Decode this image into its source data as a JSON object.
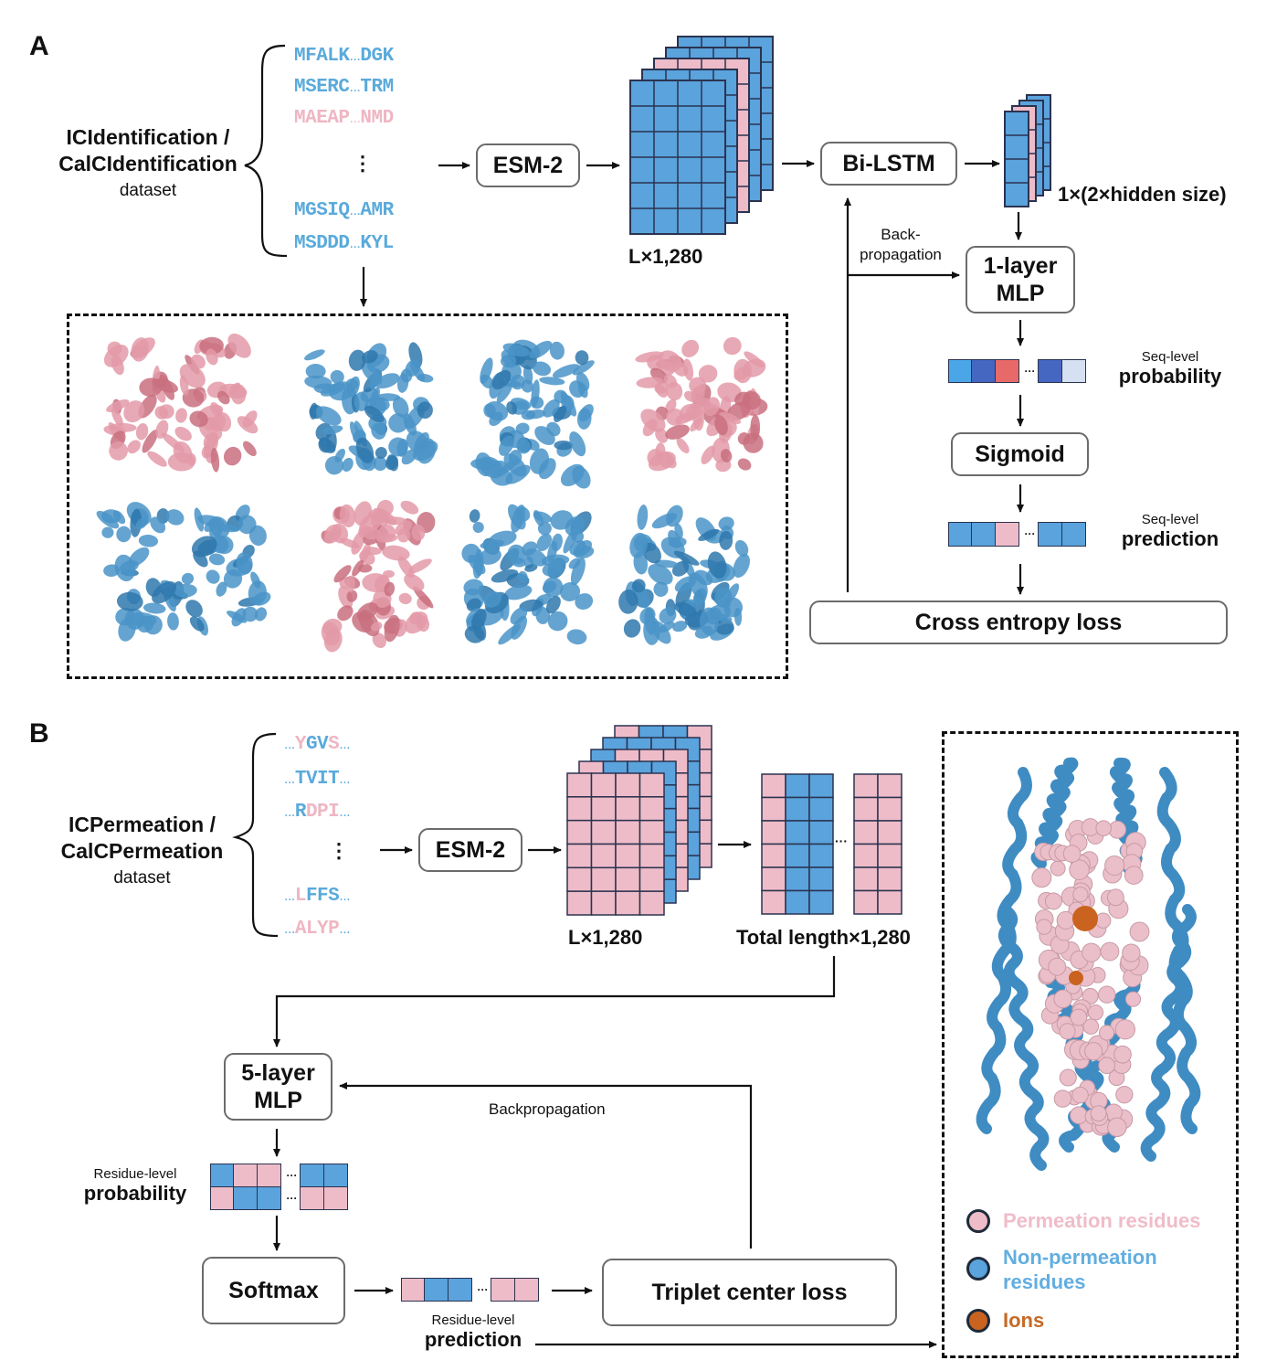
{
  "colors": {
    "blue": "#5aa3dc",
    "pink": "#eebcc8",
    "seq_blue": "#5aaadb",
    "seq_pink": "#eeb6c3",
    "ion_orange": "#c9631f",
    "prob_lightblue": "#4aa6e6",
    "prob_darkblue": "#4566c1",
    "prob_red": "#e86a68",
    "prob_paleblue": "#d6e0f3",
    "cell_border": "#2b3350"
  },
  "panel_a": {
    "label": "A",
    "dataset": {
      "line1": "ICIdentification /",
      "line2": "CalCIdentification",
      "line3": "dataset"
    },
    "sequences": [
      {
        "parts": [
          {
            "t": "MFALK",
            "c": "b"
          },
          {
            "t": "...",
            "c": "b",
            "dots": true
          },
          {
            "t": "DGK",
            "c": "b"
          }
        ]
      },
      {
        "parts": [
          {
            "t": "MSERC",
            "c": "b"
          },
          {
            "t": "...",
            "c": "b",
            "dots": true
          },
          {
            "t": "TRM",
            "c": "b"
          }
        ]
      },
      {
        "parts": [
          {
            "t": "MAEAP",
            "c": "p"
          },
          {
            "t": "...",
            "c": "p",
            "dots": true
          },
          {
            "t": "NMD",
            "c": "p"
          }
        ]
      },
      {
        "parts": [
          {
            "t": "MGSIQ",
            "c": "b"
          },
          {
            "t": "...",
            "c": "b",
            "dots": true
          },
          {
            "t": "AMR",
            "c": "b"
          }
        ]
      },
      {
        "parts": [
          {
            "t": "MSDDD",
            "c": "b"
          },
          {
            "t": "...",
            "c": "b",
            "dots": true
          },
          {
            "t": "KYL",
            "c": "b"
          }
        ]
      }
    ],
    "ellipsis": "⋮",
    "esm_label": "ESM-2",
    "embedding_label": "L×1,280",
    "embedding_layers": [
      "blue",
      "blue",
      "pink",
      "blue",
      "blue"
    ],
    "bilstm_label": "Bi-LSTM",
    "hidden_label": "1×(2×hidden size)",
    "hidden_layers": [
      "blue",
      "blue",
      "pink",
      "blue"
    ],
    "backprop_label_1": "Back-",
    "backprop_label_2": "propagation",
    "mlp_label_1": "1-layer",
    "mlp_label_2": "MLP",
    "prob_small": "Seq-level",
    "prob_big": "probability",
    "prob_cells_left": [
      "prob_lightblue",
      "prob_darkblue",
      "prob_red"
    ],
    "prob_cells_right": [
      "prob_darkblue",
      "prob_paleblue"
    ],
    "sigmoid_label": "Sigmoid",
    "pred_small": "Seq-level",
    "pred_big": "prediction",
    "pred_cells_left": [
      "blue",
      "blue",
      "pink"
    ],
    "pred_cells_right": [
      "blue",
      "blue"
    ],
    "hdots": "···",
    "loss_label": "Cross entropy loss",
    "structures": [
      {
        "color": "pink",
        "name": "ion-channel-structure"
      },
      {
        "color": "blue",
        "name": "non-ion-channel-structure"
      },
      {
        "color": "blue",
        "name": "non-ion-channel-structure"
      },
      {
        "color": "pink",
        "name": "ion-channel-structure"
      },
      {
        "color": "blue",
        "name": "non-ion-channel-structure"
      },
      {
        "color": "pink",
        "name": "ion-channel-structure"
      },
      {
        "color": "blue",
        "name": "non-ion-channel-structure"
      },
      {
        "color": "blue",
        "name": "non-ion-channel-structure"
      }
    ]
  },
  "panel_b": {
    "label": "B",
    "dataset": {
      "line1": "ICPermeation /",
      "line2": "CalCPermeation",
      "line3": "dataset"
    },
    "sequences": [
      {
        "parts": [
          {
            "t": "...",
            "c": "b",
            "dots": true
          },
          {
            "t": "Y",
            "c": "p"
          },
          {
            "t": "GV",
            "c": "b"
          },
          {
            "t": "S",
            "c": "p"
          },
          {
            "t": "...",
            "c": "b",
            "dots": true
          }
        ]
      },
      {
        "parts": [
          {
            "t": "...",
            "c": "b",
            "dots": true
          },
          {
            "t": "TVIT",
            "c": "b"
          },
          {
            "t": "...",
            "c": "b",
            "dots": true
          }
        ]
      },
      {
        "parts": [
          {
            "t": "...",
            "c": "b",
            "dots": true
          },
          {
            "t": "R",
            "c": "b"
          },
          {
            "t": "DPI",
            "c": "p"
          },
          {
            "t": "...",
            "c": "b",
            "dots": true
          }
        ]
      },
      {
        "parts": [
          {
            "t": "...",
            "c": "b",
            "dots": true
          },
          {
            "t": "L",
            "c": "p"
          },
          {
            "t": "FFS",
            "c": "b"
          },
          {
            "t": "...",
            "c": "b",
            "dots": true
          }
        ]
      },
      {
        "parts": [
          {
            "t": "...",
            "c": "b",
            "dots": true
          },
          {
            "t": "ALYP",
            "c": "p"
          },
          {
            "t": "...",
            "c": "b",
            "dots": true
          }
        ]
      }
    ],
    "ellipsis": "⋮",
    "esm_label": "ESM-2",
    "embedding_label": "L×1,280",
    "total_label": "Total length×1,280",
    "concat_columns_left": [
      "pink",
      "blue",
      "blue"
    ],
    "concat_columns_right": [
      "pink",
      "pink"
    ],
    "mlp_label_1": "5-layer",
    "mlp_label_2": "MLP",
    "backprop_label": "Backpropagation",
    "prob_small": "Residue-level",
    "prob_big": "probability",
    "prob_row1_left": [
      "blue",
      "pink",
      "pink"
    ],
    "prob_row1_right": [
      "blue",
      "blue"
    ],
    "prob_row2_left": [
      "pink",
      "blue",
      "blue"
    ],
    "prob_row2_right": [
      "pink",
      "pink"
    ],
    "softmax_label": "Softmax",
    "pred_small": "Residue-level",
    "pred_big": "prediction",
    "pred_cells_left": [
      "pink",
      "blue",
      "blue"
    ],
    "pred_cells_right": [
      "pink",
      "pink"
    ],
    "hdots": "···",
    "loss_label": "Triplet center loss",
    "legend": [
      {
        "label": "Permeation residues",
        "color": "#eebcc8",
        "text_color": "#f0bcc9"
      },
      {
        "label": "Non-permeation residues",
        "line1": "Non-permeation",
        "line2": "residues",
        "color": "#5aa3dc",
        "text_color": "#62aee0"
      },
      {
        "label": "Ions",
        "color": "#c9631f",
        "text_color": "#c56a25"
      }
    ]
  }
}
